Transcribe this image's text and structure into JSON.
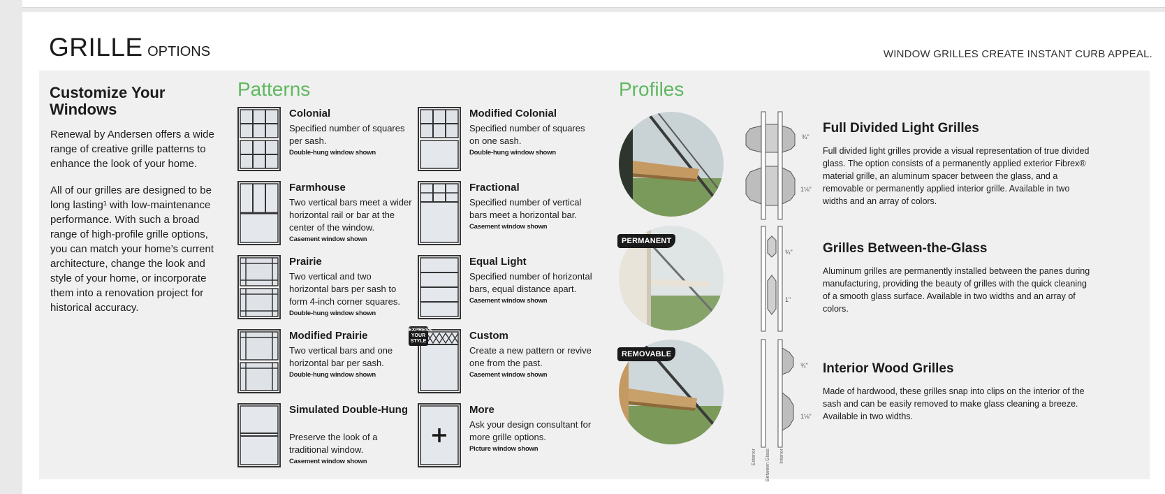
{
  "header": {
    "title_big": "GRILLE",
    "title_small": "OPTIONS",
    "tagline": "WINDOW GRILLES CREATE INSTANT CURB APPEAL."
  },
  "intro": {
    "heading": "Customize Your Windows",
    "p1": "Renewal by Andersen offers a wide range of creative grille patterns to enhance the look of your home.",
    "p2": "All of our grilles are designed to be long lasting¹ with low-maintenance performance. With such a broad range of high-profile grille options, you can match your home’s current architecture, change the look and style of your home, or incorporate them into a renovation project for historical accuracy."
  },
  "patterns": {
    "heading": "Patterns",
    "items": [
      {
        "name": "Colonial",
        "desc": "Specified number of squares per sash.",
        "note": "Double-hung window shown"
      },
      {
        "name": "Modified Colonial",
        "desc": "Specified number of squares on one sash.",
        "note": "Double-hung window shown"
      },
      {
        "name": "Farmhouse",
        "desc": "Two vertical bars meet a wider horizontal rail or bar at the center of the window.",
        "note": "Casement window shown"
      },
      {
        "name": "Fractional",
        "desc": "Specified number of vertical bars meet a horizontal bar.",
        "note": "Casement window shown"
      },
      {
        "name": "Prairie",
        "desc": "Two vertical and two horizontal bars per sash to form 4-inch corner squares.",
        "note": "Double-hung window shown"
      },
      {
        "name": "Equal Light",
        "desc": "Specified number of horizontal bars, equal distance apart.",
        "note": "Casement window shown"
      },
      {
        "name": "Modified Prairie",
        "desc": "Two vertical bars and one horizontal bar per sash.",
        "note": "Double-hung window shown"
      },
      {
        "name": "Custom",
        "desc": "Create a new pattern or revive one from the past.",
        "note": "Casement window shown"
      },
      {
        "name": "Simulated Double-Hung",
        "desc": "Preserve the look of a traditional window.",
        "note": "Casement window shown"
      },
      {
        "name": "More",
        "desc": "Ask your design consultant for more grille options.",
        "note": "Picture window shown"
      }
    ],
    "express_badge": "EXPRESS YOUR STYLE"
  },
  "profiles": {
    "heading": "Profiles",
    "items": [
      {
        "name": "Full Divided Light Grilles",
        "desc": "Full divided light grilles provide a visual representation of true divided glass. The option consists of a permanently applied exterior Fibrex® material grille, an aluminum spacer between the glass, and a removable or permanently applied interior grille. Available in two widths and an array of colors.",
        "dims": [
          "¾\"",
          "1⅛\""
        ]
      },
      {
        "name": "Grilles Between-the-Glass",
        "badge": "PERMANENT",
        "desc": "Aluminum grilles are permanently installed between the panes during manufacturing, providing the beauty of grilles with the quick cleaning of a smooth glass surface. Available in two widths and an array of colors.",
        "dims": [
          "¾\"",
          "1\""
        ]
      },
      {
        "name": "Interior Wood Grilles",
        "badge": "REMOVABLE",
        "desc": "Made of hardwood, these grilles snap into clips on the interior of the sash and can be easily removed to make glass cleaning a breeze. Available in two widths.",
        "dims": [
          "¾\"",
          "1⅛\""
        ]
      }
    ],
    "axis_labels": [
      "Exterior",
      "Between Glass",
      "Interior"
    ]
  },
  "colors": {
    "accent_green": "#5fb860",
    "panel": "#f0f0f0",
    "badge": "#1a1a1a"
  }
}
